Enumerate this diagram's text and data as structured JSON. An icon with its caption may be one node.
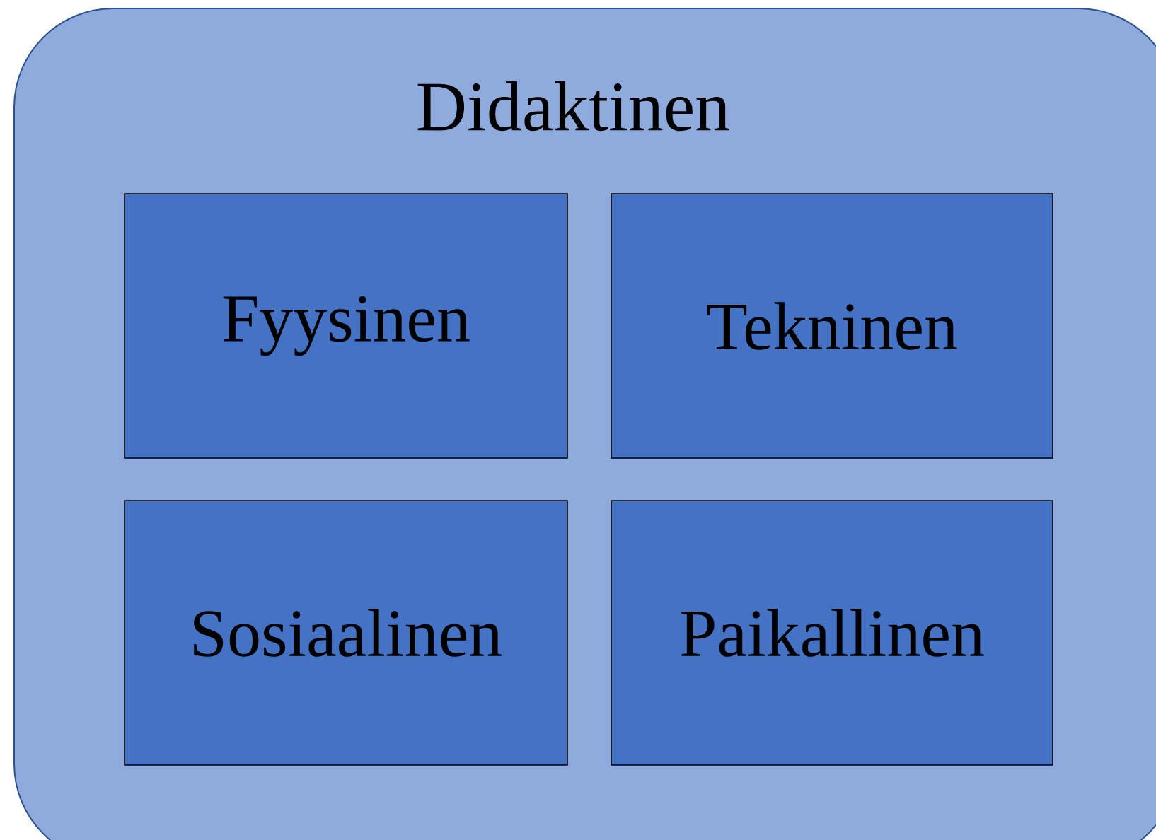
{
  "diagram": {
    "nodes": [
      {
        "text": [
          "Didaktinen"
        ]
      },
      {
        "text": [
          "Fyysinen"
        ],
        "in": 0
      },
      {
        "text": [
          "Tekninen"
        ],
        "in": 0
      },
      {
        "text": [
          "Sosiaalinen"
        ],
        "in": 0
      },
      {
        "text": [
          "Paikallinen"
        ],
        "in": 0
      }
    ]
  }
}
